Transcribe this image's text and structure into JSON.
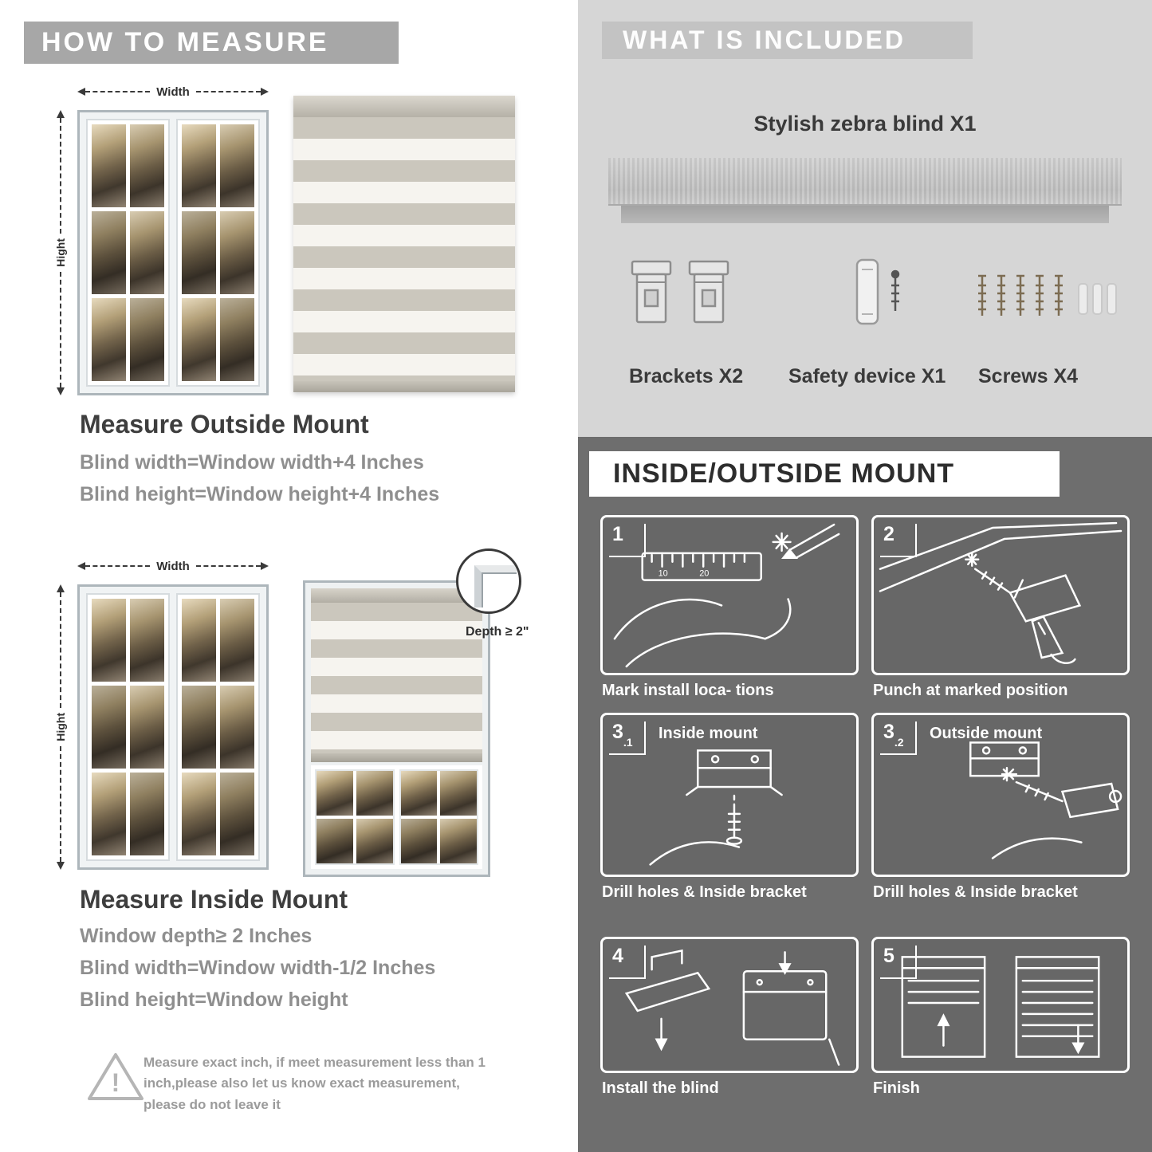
{
  "colors": {
    "left_header_bar": "#a7a7a7",
    "included_background": "#d6d6d6",
    "included_header_bar": "#c3c3c3",
    "mount_background": "#6e6e6e",
    "heading_text": "#3e3e3e",
    "body_text": "#8f8f8f"
  },
  "left": {
    "header": "HOW TO MEASURE",
    "outside": {
      "width_label": "Width",
      "height_label": "Hight",
      "title": "Measure Outside Mount",
      "line1": "Blind width=Window width+4 Inches",
      "line2": "Blind height=Window height+4 Inches"
    },
    "inside": {
      "width_label": "Width",
      "height_label": "Hight",
      "depth_label": "Depth ≥ 2\"",
      "title": "Measure Inside Mount",
      "line1": "Window depth≥ 2 Inches",
      "line2": "Blind width=Window width-1/2 Inches",
      "line3": "Blind height=Window height"
    },
    "warning": "Measure exact inch, if meet measurement less than 1 inch,please also let us know exact measurement, please do not leave it"
  },
  "included": {
    "header": "WHAT IS INCLUDED",
    "product": "Stylish zebra blind X1",
    "items": [
      {
        "label": "Brackets X2"
      },
      {
        "label": "Safety device X1"
      },
      {
        "label": "Screws X4"
      }
    ]
  },
  "mount": {
    "header": "INSIDE/OUTSIDE MOUNT",
    "steps": [
      {
        "num": "1",
        "sub": "",
        "title": "",
        "caption": "Mark install loca- tions"
      },
      {
        "num": "2",
        "sub": "",
        "title": "",
        "caption": "Punch at  marked position"
      },
      {
        "num": "3",
        "sub": ".1",
        "title": "Inside mount",
        "caption": "Drill holes &  Inside bracket"
      },
      {
        "num": "3",
        "sub": ".2",
        "title": "Outside mount",
        "caption": "Drill holes &  Inside bracket"
      },
      {
        "num": "4",
        "sub": "",
        "title": "",
        "caption": "Install the blind"
      },
      {
        "num": "5",
        "sub": "",
        "title": "",
        "caption": "Finish"
      }
    ]
  }
}
